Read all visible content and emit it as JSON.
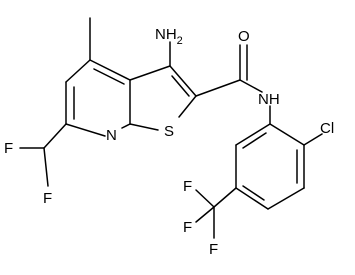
{
  "molecule": {
    "labels": {
      "nh2": "NH",
      "nh2_sub": "2",
      "o": "O",
      "nh": "NH",
      "s": "S",
      "n": "N",
      "cl": "Cl",
      "f1": "F",
      "f2": "F",
      "f3": "F",
      "f4": "F",
      "f5": "F"
    }
  }
}
